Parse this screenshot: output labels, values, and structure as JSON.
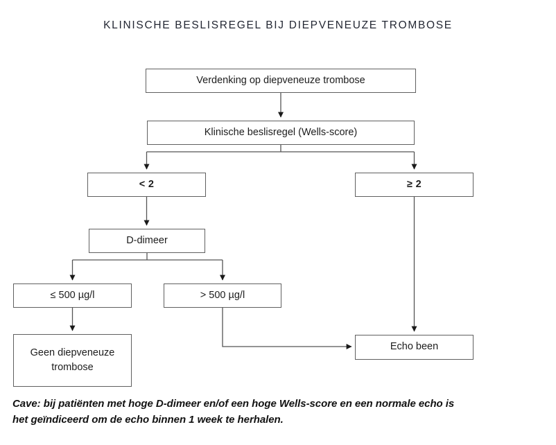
{
  "title": "KLINISCHE BESLISREGEL BIJ DIEPVENEUZE TROMBOSE",
  "colors": {
    "background": "#ffffff",
    "box_border": "#5f5f5f",
    "text": "#1c1c1c",
    "title_text": "#232733",
    "connector": "#555555"
  },
  "nodes": {
    "suspicion": {
      "label": "Verdenking op diepveneuze trombose"
    },
    "wells": {
      "label": "Klinische beslisregel (Wells-score)"
    },
    "score_low": {
      "label": "< 2"
    },
    "score_high": {
      "label": "≥ 2"
    },
    "ddimer": {
      "label": "D-dimeer"
    },
    "ddimer_low": {
      "label": "≤ 500 µg/l"
    },
    "ddimer_high": {
      "label": "> 500 µg/l"
    },
    "no_dvt": {
      "label": "Geen diepveneuze\ntrombose"
    },
    "echo": {
      "label": "Echo been"
    }
  },
  "footnote": {
    "line1": "Cave: bij patiënten met hoge D-dimeer en/of een hoge Wells-score en een normale echo is",
    "line2": "het geïndiceerd om de echo binnen 1 week te herhalen."
  },
  "chart_data": {
    "type": "flowchart",
    "title": "KLINISCHE BESLISREGEL BIJ DIEPVENEUZE TROMBOSE",
    "orientation": "top-down",
    "nodes": [
      {
        "id": "suspicion",
        "label": "Verdenking op diepveneuze trombose",
        "level": 0
      },
      {
        "id": "wells",
        "label": "Klinische beslisregel (Wells-score)",
        "level": 1
      },
      {
        "id": "score_low",
        "label": "< 2",
        "level": 2,
        "emphasis": "bold"
      },
      {
        "id": "score_high",
        "label": "≥ 2",
        "level": 2,
        "emphasis": "bold"
      },
      {
        "id": "ddimer",
        "label": "D-dimeer",
        "level": 3
      },
      {
        "id": "ddimer_low",
        "label": "≤ 500 µg/l",
        "level": 4
      },
      {
        "id": "ddimer_high",
        "label": "> 500 µg/l",
        "level": 4
      },
      {
        "id": "no_dvt",
        "label": "Geen diepveneuze trombose",
        "level": 5
      },
      {
        "id": "echo",
        "label": "Echo been",
        "level": 5
      }
    ],
    "edges": [
      {
        "from": "suspicion",
        "to": "wells",
        "style": "arrow"
      },
      {
        "from": "wells",
        "to": "score_low",
        "style": "arrow"
      },
      {
        "from": "wells",
        "to": "score_high",
        "style": "arrow"
      },
      {
        "from": "score_low",
        "to": "ddimer",
        "style": "arrow"
      },
      {
        "from": "score_high",
        "to": "echo",
        "style": "arrow"
      },
      {
        "from": "ddimer",
        "to": "ddimer_low",
        "style": "arrow"
      },
      {
        "from": "ddimer",
        "to": "ddimer_high",
        "style": "arrow"
      },
      {
        "from": "ddimer_low",
        "to": "no_dvt",
        "style": "arrow"
      },
      {
        "from": "ddimer_high",
        "to": "echo",
        "style": "arrow-elbow"
      }
    ],
    "note": "Cave: bij patiënten met hoge D-dimeer en/of een hoge Wells-score en een normale echo is het geïndiceerd om de echo binnen 1 week te herhalen."
  }
}
